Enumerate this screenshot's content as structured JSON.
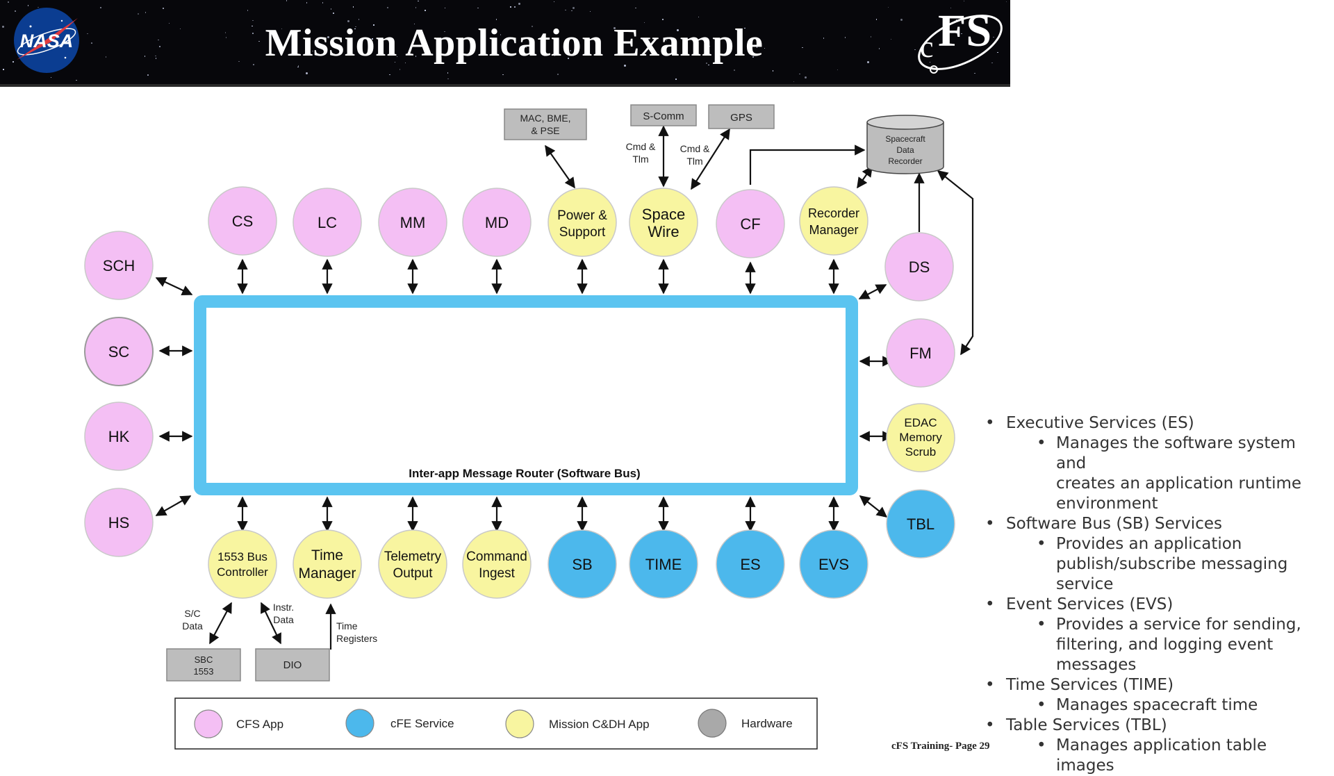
{
  "slide": {
    "title": "Mission Application Example",
    "footer": "cFS Training- Page 29",
    "logos": {
      "nasa": "NASA",
      "cfs_small": "c",
      "cfs_big": "FS"
    }
  },
  "colors": {
    "cfs_app": "#f4bff4",
    "cfe_service": "#4cb8ec",
    "mission_app": "#f8f5a0",
    "hardware": "#bdbdbd",
    "bus": "#5bc4f0"
  },
  "bus": {
    "label": "Inter-app Message Router (Software Bus)"
  },
  "nodes": {
    "cs": "CS",
    "lc": "LC",
    "mm": "MM",
    "md": "MD",
    "power_support": [
      "Power &",
      "Support"
    ],
    "space_wire": [
      "Space",
      "Wire"
    ],
    "cf": "CF",
    "recorder_manager": [
      "Recorder",
      "Manager"
    ],
    "sch": "SCH",
    "sc": "SC",
    "hk": "HK",
    "hs": "HS",
    "ds": "DS",
    "fm": "FM",
    "edac": [
      "EDAC",
      "Memory",
      "Scrub"
    ],
    "tbl": "TBL",
    "bus_controller": [
      "1553 Bus",
      "Controller"
    ],
    "time_manager": [
      "Time",
      "Manager"
    ],
    "telemetry_output": [
      "Telemetry",
      "Output"
    ],
    "command_ingest": [
      "Command",
      "Ingest"
    ],
    "sb": "SB",
    "time": "TIME",
    "es": "ES",
    "evs": "EVS"
  },
  "hardware": {
    "mac": [
      "MAC, BME,",
      "& PSE"
    ],
    "scomm": "S-Comm",
    "gps": "GPS",
    "recorder": [
      "Spacecraft",
      "Data",
      "Recorder"
    ],
    "sbc": [
      "SBC",
      "1553"
    ],
    "dio": "DIO"
  },
  "arrow_labels": {
    "cmd_tlm_1": [
      "Cmd &",
      "Tlm"
    ],
    "cmd_tlm_2": [
      "Cmd &",
      "Tlm"
    ],
    "sc_data": [
      "S/C",
      "Data"
    ],
    "instr_data": [
      "Instr.",
      "Data"
    ],
    "time_registers": [
      "Time",
      "Registers"
    ]
  },
  "legend": {
    "cfs_app": "CFS App",
    "cfe_service": "cFE Service",
    "mission_app": "Mission C&DH App",
    "hardware": "Hardware"
  },
  "services": [
    {
      "name": "Executive Services (ES)",
      "details": [
        "Manages the software system and",
        "creates an application runtime",
        "environment"
      ]
    },
    {
      "name": "Software Bus (SB) Services",
      "details": [
        "Provides an application",
        "publish/subscribe messaging",
        "service"
      ]
    },
    {
      "name": "Event Services (EVS)",
      "details": [
        "Provides a service for sending,",
        "filtering, and logging event",
        "messages"
      ]
    },
    {
      "name": "Time Services (TIME)",
      "details": [
        "Manages spacecraft time"
      ]
    },
    {
      "name": "Table Services (TBL)",
      "details": [
        "Manages application table images"
      ]
    }
  ]
}
